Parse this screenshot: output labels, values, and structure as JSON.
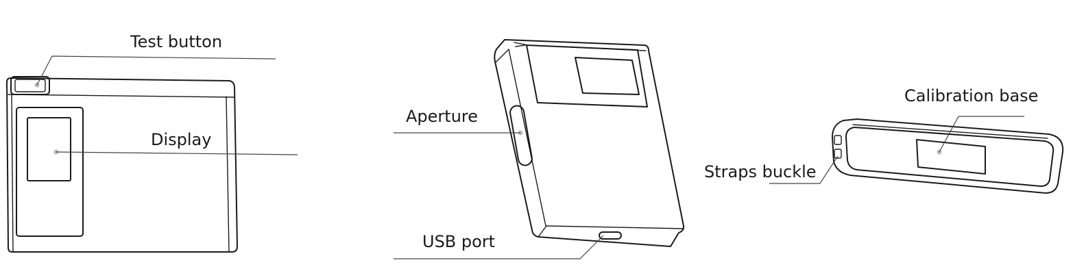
{
  "labels": {
    "test_button": "Test button",
    "display": "Display",
    "aperture": "Aperture",
    "usb_port": "USB port",
    "calibration_base": "Calibration base",
    "straps_buckle": "Straps buckle"
  },
  "colors": {
    "outline": "#1a1a1a",
    "leader_line": "#444444",
    "callout_dot": "#b8b8b8",
    "background": "#ffffff"
  }
}
